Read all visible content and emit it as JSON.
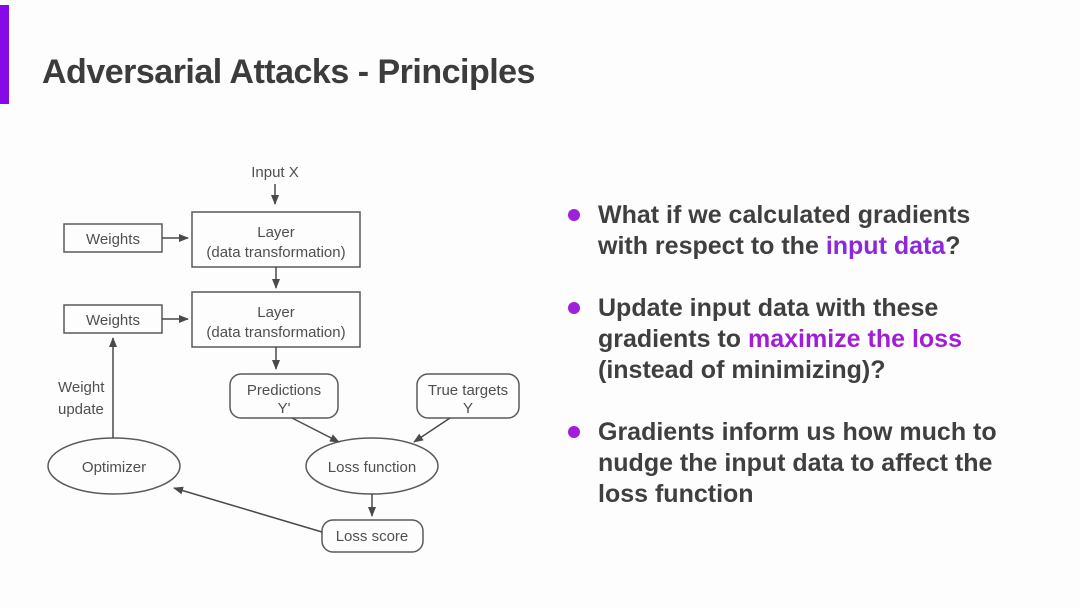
{
  "slide": {
    "title": "Adversarial Attacks - Principles"
  },
  "colors": {
    "accent_bar": "#8709e8",
    "title_text": "#3c3c3c",
    "body_text": "#3f3f3f",
    "bullet_dot": "#a01fdb",
    "highlight_input_data": "#8c28d9",
    "highlight_maximize_loss": "#a21ed6",
    "diagram_stroke": "#555555",
    "diagram_text": "#4f4f4f"
  },
  "diagram": {
    "input_label": "Input X",
    "weights_top": "Weights",
    "weights_bottom": "Weights",
    "layer_top_line1": "Layer",
    "layer_top_line2": "(data transformation)",
    "layer_bottom_line1": "Layer",
    "layer_bottom_line2": "(data transformation)",
    "predictions_line1": "Predictions",
    "predictions_line2": "Y'",
    "true_targets_line1": "True targets",
    "true_targets_line2": "Y",
    "optimizer": "Optimizer",
    "loss_function": "Loss function",
    "loss_score": "Loss score",
    "weight_update_line1": "Weight",
    "weight_update_line2": "update"
  },
  "bullets": [
    {
      "segments": [
        {
          "text": "What if we calculated gradients with respect to the ",
          "highlight": false
        },
        {
          "text": "input data",
          "highlight": true
        },
        {
          "text": "?",
          "highlight": false
        }
      ]
    },
    {
      "segments": [
        {
          "text": "Update input data with these gradients to ",
          "highlight": false
        },
        {
          "text": "maximize the loss",
          "highlight": true
        },
        {
          "text": " (instead of minimizing)?",
          "highlight": false
        }
      ]
    },
    {
      "segments": [
        {
          "text": "Gradients inform us how much to nudge the input data to affect the loss function",
          "highlight": false
        }
      ]
    }
  ]
}
